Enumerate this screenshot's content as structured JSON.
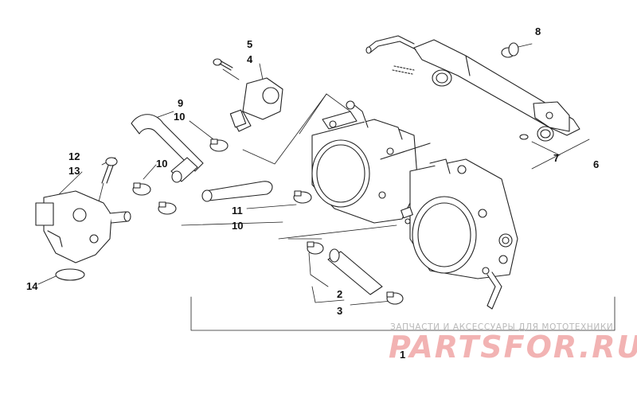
{
  "diagram": {
    "callouts": {
      "c1": "1",
      "c2": "2",
      "c3": "3",
      "c4": "4",
      "c5": "5",
      "c6": "6",
      "c7": "7",
      "c8": "8",
      "c9": "9",
      "c10a": "10",
      "c10b": "10",
      "c10c": "10",
      "c11": "11",
      "c12": "12",
      "c13": "13",
      "c14": "14"
    }
  },
  "watermark": {
    "subtitle": "ЗАПЧАСТИ И АКСЕССУАРЫ ДЛЯ МОТОТЕХНИКИ",
    "logo": "PARTSFOR.RU"
  },
  "colors": {
    "line": "#222222",
    "watermark": "#e98f8f",
    "watermark_sub": "#b9b9b9"
  }
}
